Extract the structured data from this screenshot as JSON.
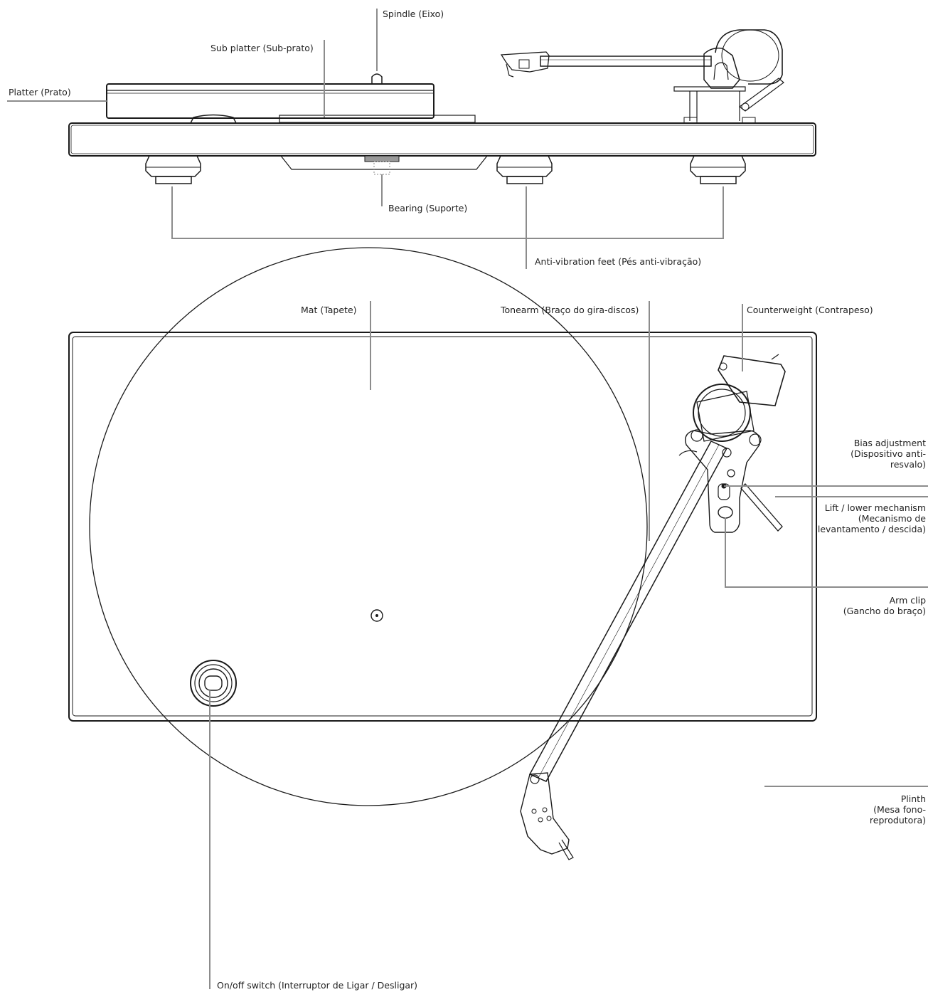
{
  "labels": {
    "spindle": "Spindle (Eixo)",
    "sub_platter": "Sub platter (Sub-prato)",
    "platter": "Platter (Prato)",
    "bearing": "Bearing (Suporte)",
    "feet": "Anti-vibration feet (Pés anti-vibração)",
    "mat": "Mat (Tapete)",
    "tonearm": "Tonearm (Braço do gira-discos)",
    "counterweight": "Counterweight (Contrapeso)",
    "bias": [
      "Bias adjustment",
      "(Dispositivo anti-",
      "resvalo)"
    ],
    "lift": [
      "Lift / lower mechanism",
      "(Mecanismo de",
      "levantamento / descida)"
    ],
    "arm_clip": [
      "Arm clip",
      "(Gancho do braço)"
    ],
    "plinth": [
      "Plinth",
      "(Mesa fono-",
      "reprodutora)"
    ],
    "switch": "On/off switch (Interruptor de Ligar / Desligar)"
  }
}
